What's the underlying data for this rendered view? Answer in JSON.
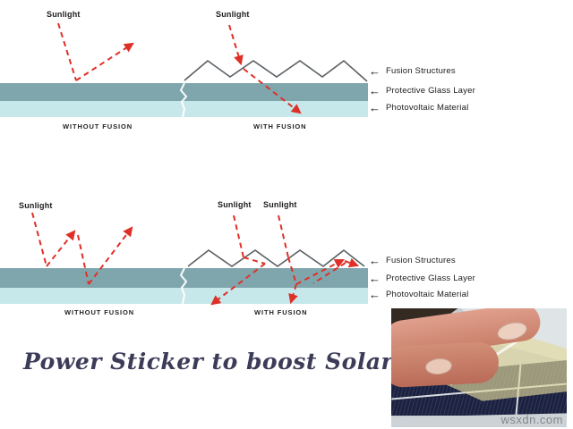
{
  "title": "Power Sticker to boost Solar Power",
  "colors": {
    "bg": "#ffffff",
    "glass": "#7fa6ac",
    "pv": "#c6e8eb",
    "ray": "#df3028",
    "structure": "#5b6064",
    "label": "#1c1c1c",
    "title": "#3c3c59",
    "watermark": "#82878c"
  },
  "icons": {
    "left_arrow": "←"
  },
  "diagram_top": {
    "sunlight_left": "Sunlight",
    "sunlight_right": "Sunlight",
    "caption_left": "WITHOUT FUSION",
    "caption_right": "WITH FUSION",
    "layer_labels": [
      "Fusion Structures",
      "Protective Glass Layer",
      "Photovoltaic Material"
    ]
  },
  "diagram_bottom": {
    "sunlight_left": "Sunlight",
    "sunlight_mid": "Sunlight",
    "sunlight_right": "Sunlight",
    "caption_left": "WITHOUT FUSION",
    "caption_right": "WITH FUSION",
    "layer_labels": [
      "Fusion Structures",
      "Protective Glass Layer",
      "Photovoltaic Material"
    ]
  },
  "photo": {
    "watermark": "wsxdn.com"
  }
}
